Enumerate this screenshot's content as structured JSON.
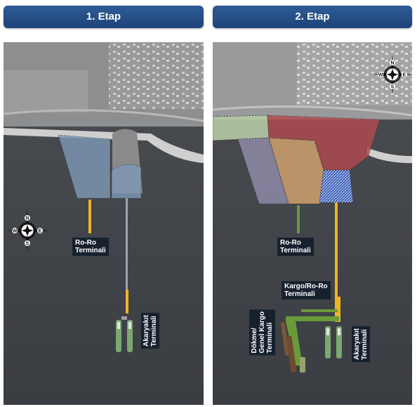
{
  "stage1": {
    "title": "1. Etap",
    "roro_label_1": "Ro-Ro",
    "roro_label_2": "Terminali",
    "fuel_label_1": "Akaryakıt",
    "fuel_label_2": "Terminali"
  },
  "stage2": {
    "title": "2. Etap",
    "roro_label_1": "Ro-Ro",
    "roro_label_2": "Terminali",
    "cargo_label_1": "Kargo/Ro-Ro",
    "cargo_label_2": "Terminali",
    "bulk_label_1": "Dökme/",
    "bulk_label_2": "Genel Kargo",
    "bulk_label_3": "Terminali",
    "fuel_label_1": "Akaryakıt",
    "fuel_label_2": "Terminali"
  },
  "compass": {
    "n": "N",
    "e": "E",
    "s": "S",
    "w": "W"
  },
  "colors": {
    "header": "#2a5590",
    "pier_yellow": "#f0b323",
    "pier_green": "#6a9a3a",
    "zone_blue": "#7f9ab8",
    "zone_red": "#b54a4e",
    "zone_tan": "#c79c6c",
    "zone_purple": "#8e8aa8",
    "zone_green": "#b5c9a4"
  }
}
